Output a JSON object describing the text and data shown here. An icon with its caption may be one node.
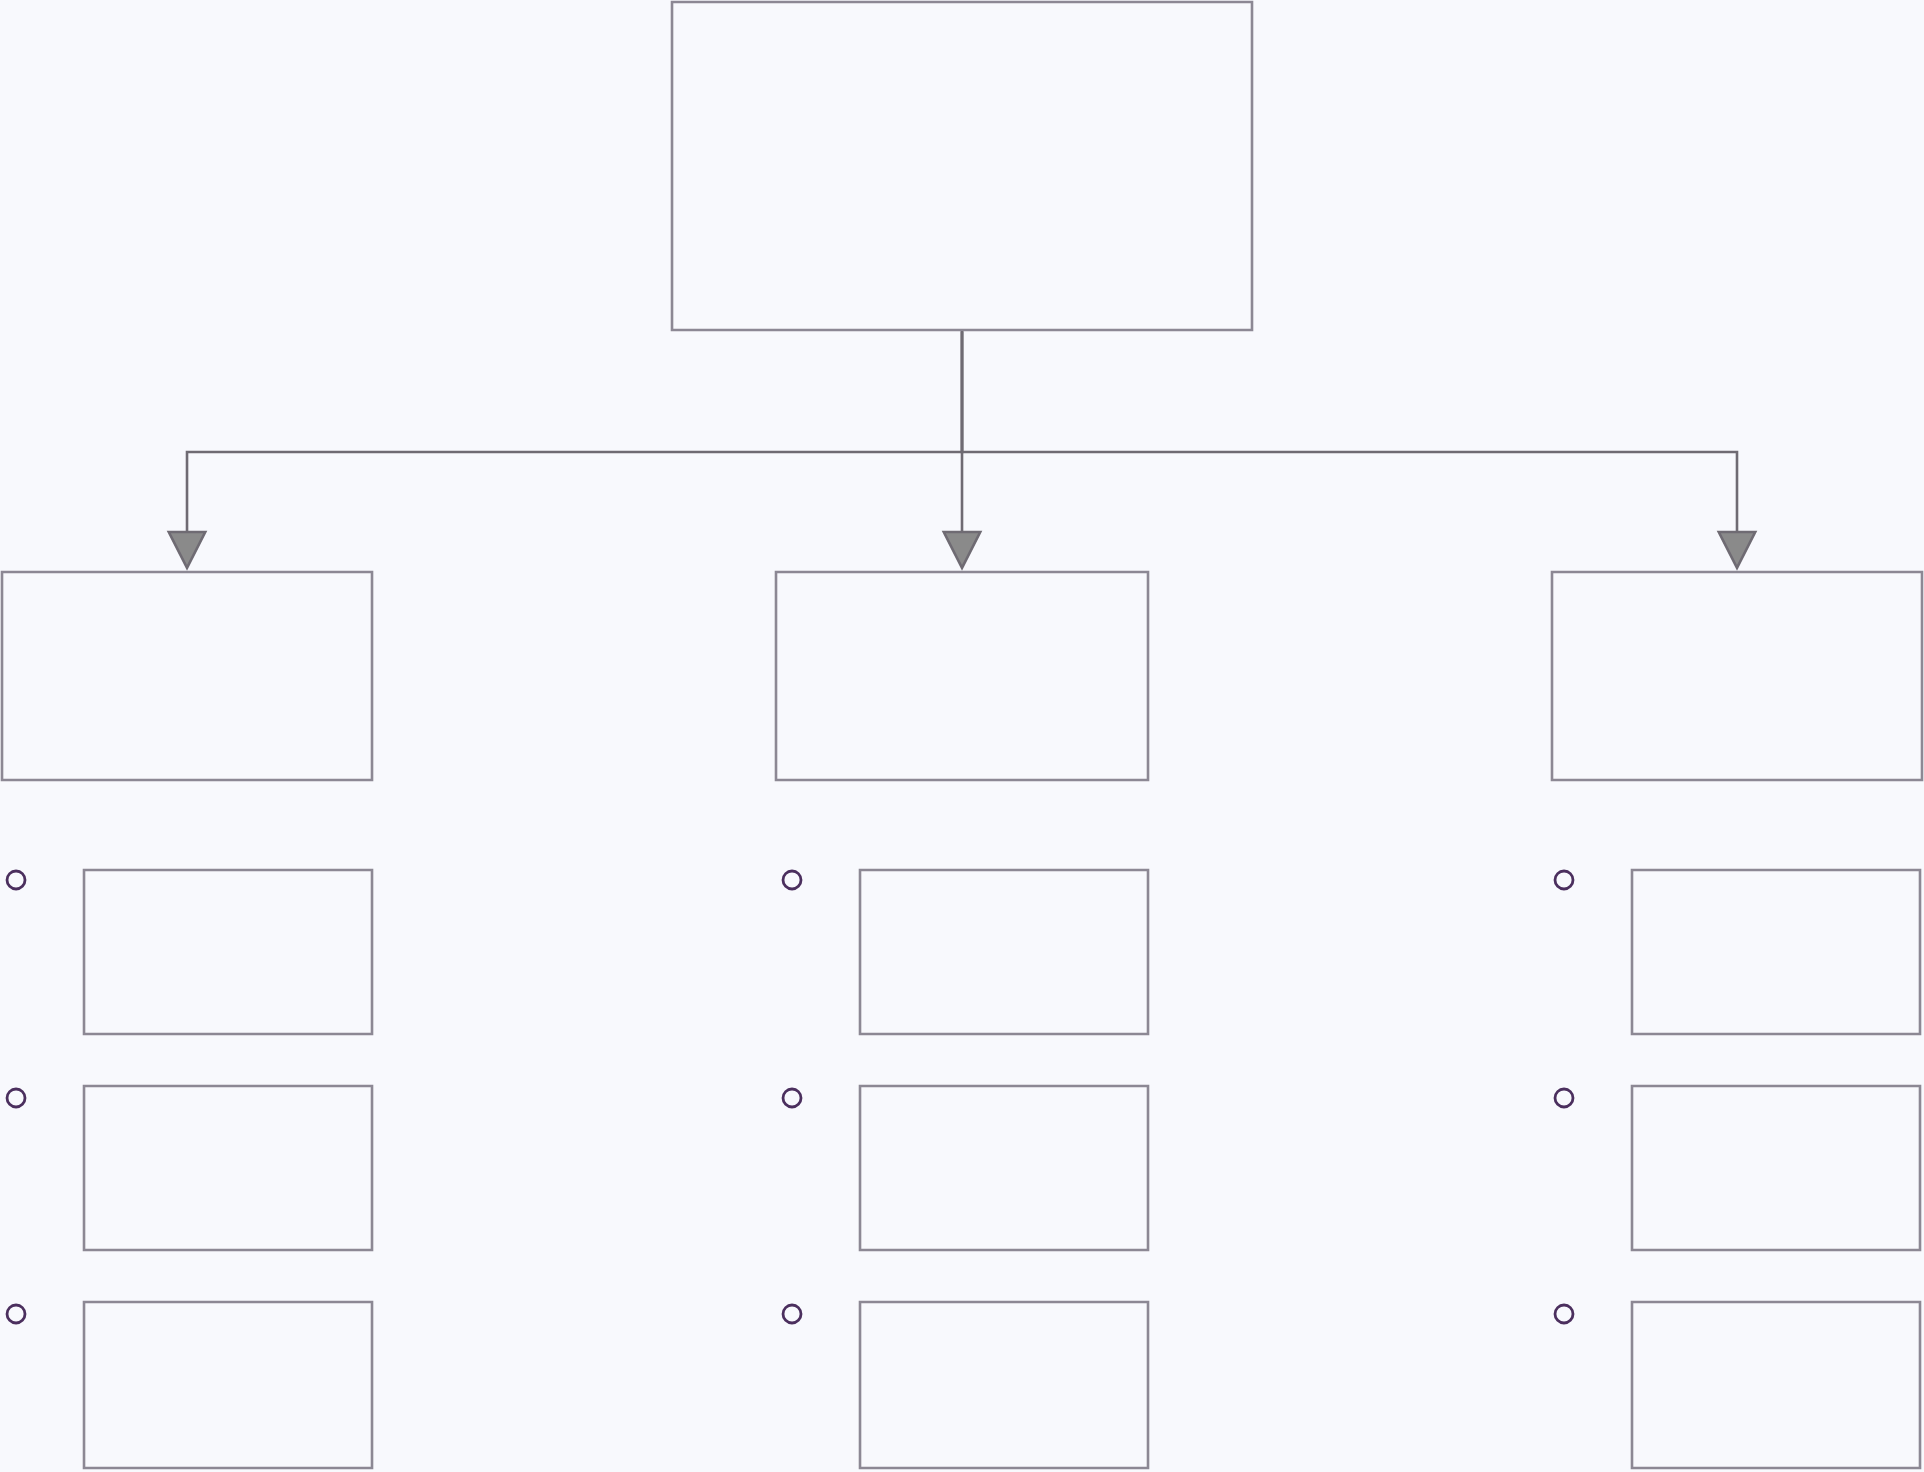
{
  "diagram": {
    "nodes": [
      {
        "text": [],
        "shape": "box"
      },
      {
        "text": [],
        "shape": "box"
      },
      {
        "text": [],
        "shape": "box"
      },
      {
        "text": [],
        "shape": "box"
      },
      {
        "text": [],
        "shape": "box"
      },
      {
        "text": [],
        "shape": "box"
      },
      {
        "text": [],
        "shape": "box"
      },
      {
        "text": [],
        "shape": "box"
      },
      {
        "text": [],
        "shape": "box"
      },
      {
        "text": [],
        "shape": "box"
      },
      {
        "text": [],
        "shape": "box"
      },
      {
        "text": [],
        "shape": "box"
      },
      {
        "text": [],
        "shape": "box"
      }
    ],
    "edges": [
      {
        "from": 0,
        "to": 1,
        "arrow": "to"
      },
      {
        "from": 0,
        "to": 2,
        "arrow": "to"
      },
      {
        "from": 0,
        "to": 3,
        "arrow": "to"
      }
    ]
  }
}
